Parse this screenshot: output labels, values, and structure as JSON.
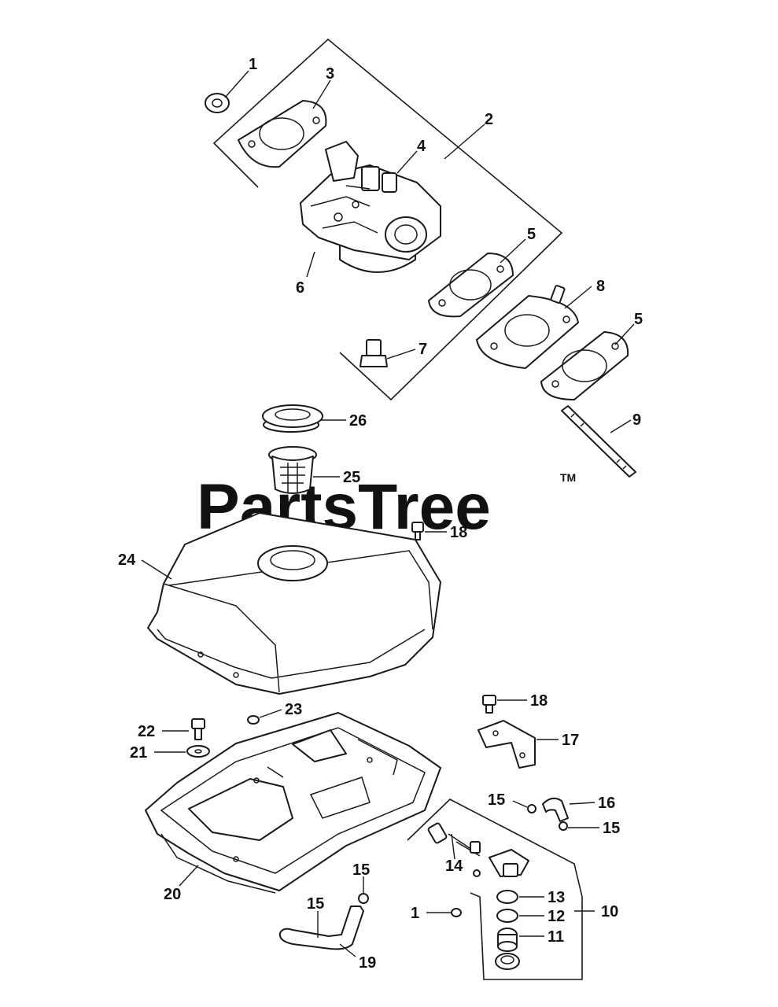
{
  "watermark": {
    "brand": "PartsTree",
    "tm": "TM"
  },
  "callouts": [
    {
      "id": "c1a",
      "label": "1"
    },
    {
      "id": "c2",
      "label": "2"
    },
    {
      "id": "c3",
      "label": "3"
    },
    {
      "id": "c4",
      "label": "4"
    },
    {
      "id": "c5a",
      "label": "5"
    },
    {
      "id": "c5b",
      "label": "5"
    },
    {
      "id": "c6",
      "label": "6"
    },
    {
      "id": "c7",
      "label": "7"
    },
    {
      "id": "c8",
      "label": "8"
    },
    {
      "id": "c9",
      "label": "9"
    },
    {
      "id": "c26",
      "label": "26"
    },
    {
      "id": "c25",
      "label": "25"
    },
    {
      "id": "c18a",
      "label": "18"
    },
    {
      "id": "c24",
      "label": "24"
    },
    {
      "id": "c18b",
      "label": "18"
    },
    {
      "id": "c23",
      "label": "23"
    },
    {
      "id": "c22",
      "label": "22"
    },
    {
      "id": "c21",
      "label": "21"
    },
    {
      "id": "c17",
      "label": "17"
    },
    {
      "id": "c15a",
      "label": "15"
    },
    {
      "id": "c16",
      "label": "16"
    },
    {
      "id": "c15b",
      "label": "15"
    },
    {
      "id": "c14",
      "label": "14"
    },
    {
      "id": "c20",
      "label": "20"
    },
    {
      "id": "c15c",
      "label": "15"
    },
    {
      "id": "c15d",
      "label": "15"
    },
    {
      "id": "c13",
      "label": "13"
    },
    {
      "id": "c1b",
      "label": "1"
    },
    {
      "id": "c12",
      "label": "12"
    },
    {
      "id": "c10",
      "label": "10"
    },
    {
      "id": "c11",
      "label": "11"
    },
    {
      "id": "c19",
      "label": "19"
    }
  ]
}
